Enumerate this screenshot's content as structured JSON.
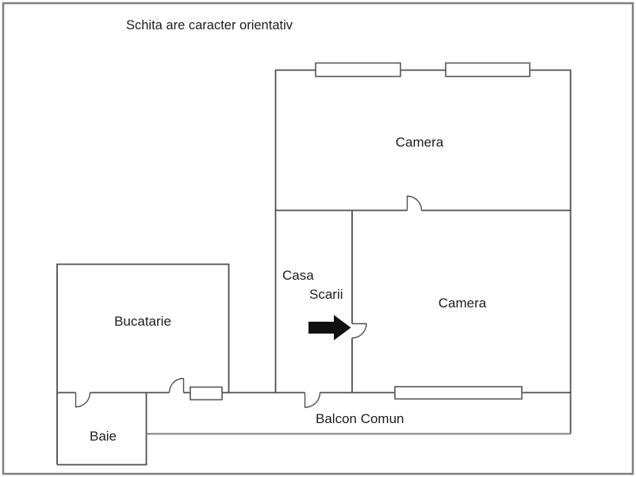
{
  "title": "Schita are caracter orientativ",
  "rooms": {
    "camera_top": {
      "label": "Camera"
    },
    "camera_right": {
      "label": "Camera"
    },
    "casa_scarii": {
      "line1": "Casa",
      "line2": "Scarii"
    },
    "bucatarie": {
      "label": "Bucatarie"
    },
    "baie": {
      "label": "Baie"
    },
    "balcon": {
      "label": "Balcon Comun"
    }
  },
  "icons": {
    "entrance_arrow": "right-arrow"
  },
  "colors": {
    "background": "#ffffff",
    "wall": "#4f4f4f",
    "outer_border": "#7f7f7f",
    "text": "#1c1c1c",
    "arrow": "#111111"
  }
}
